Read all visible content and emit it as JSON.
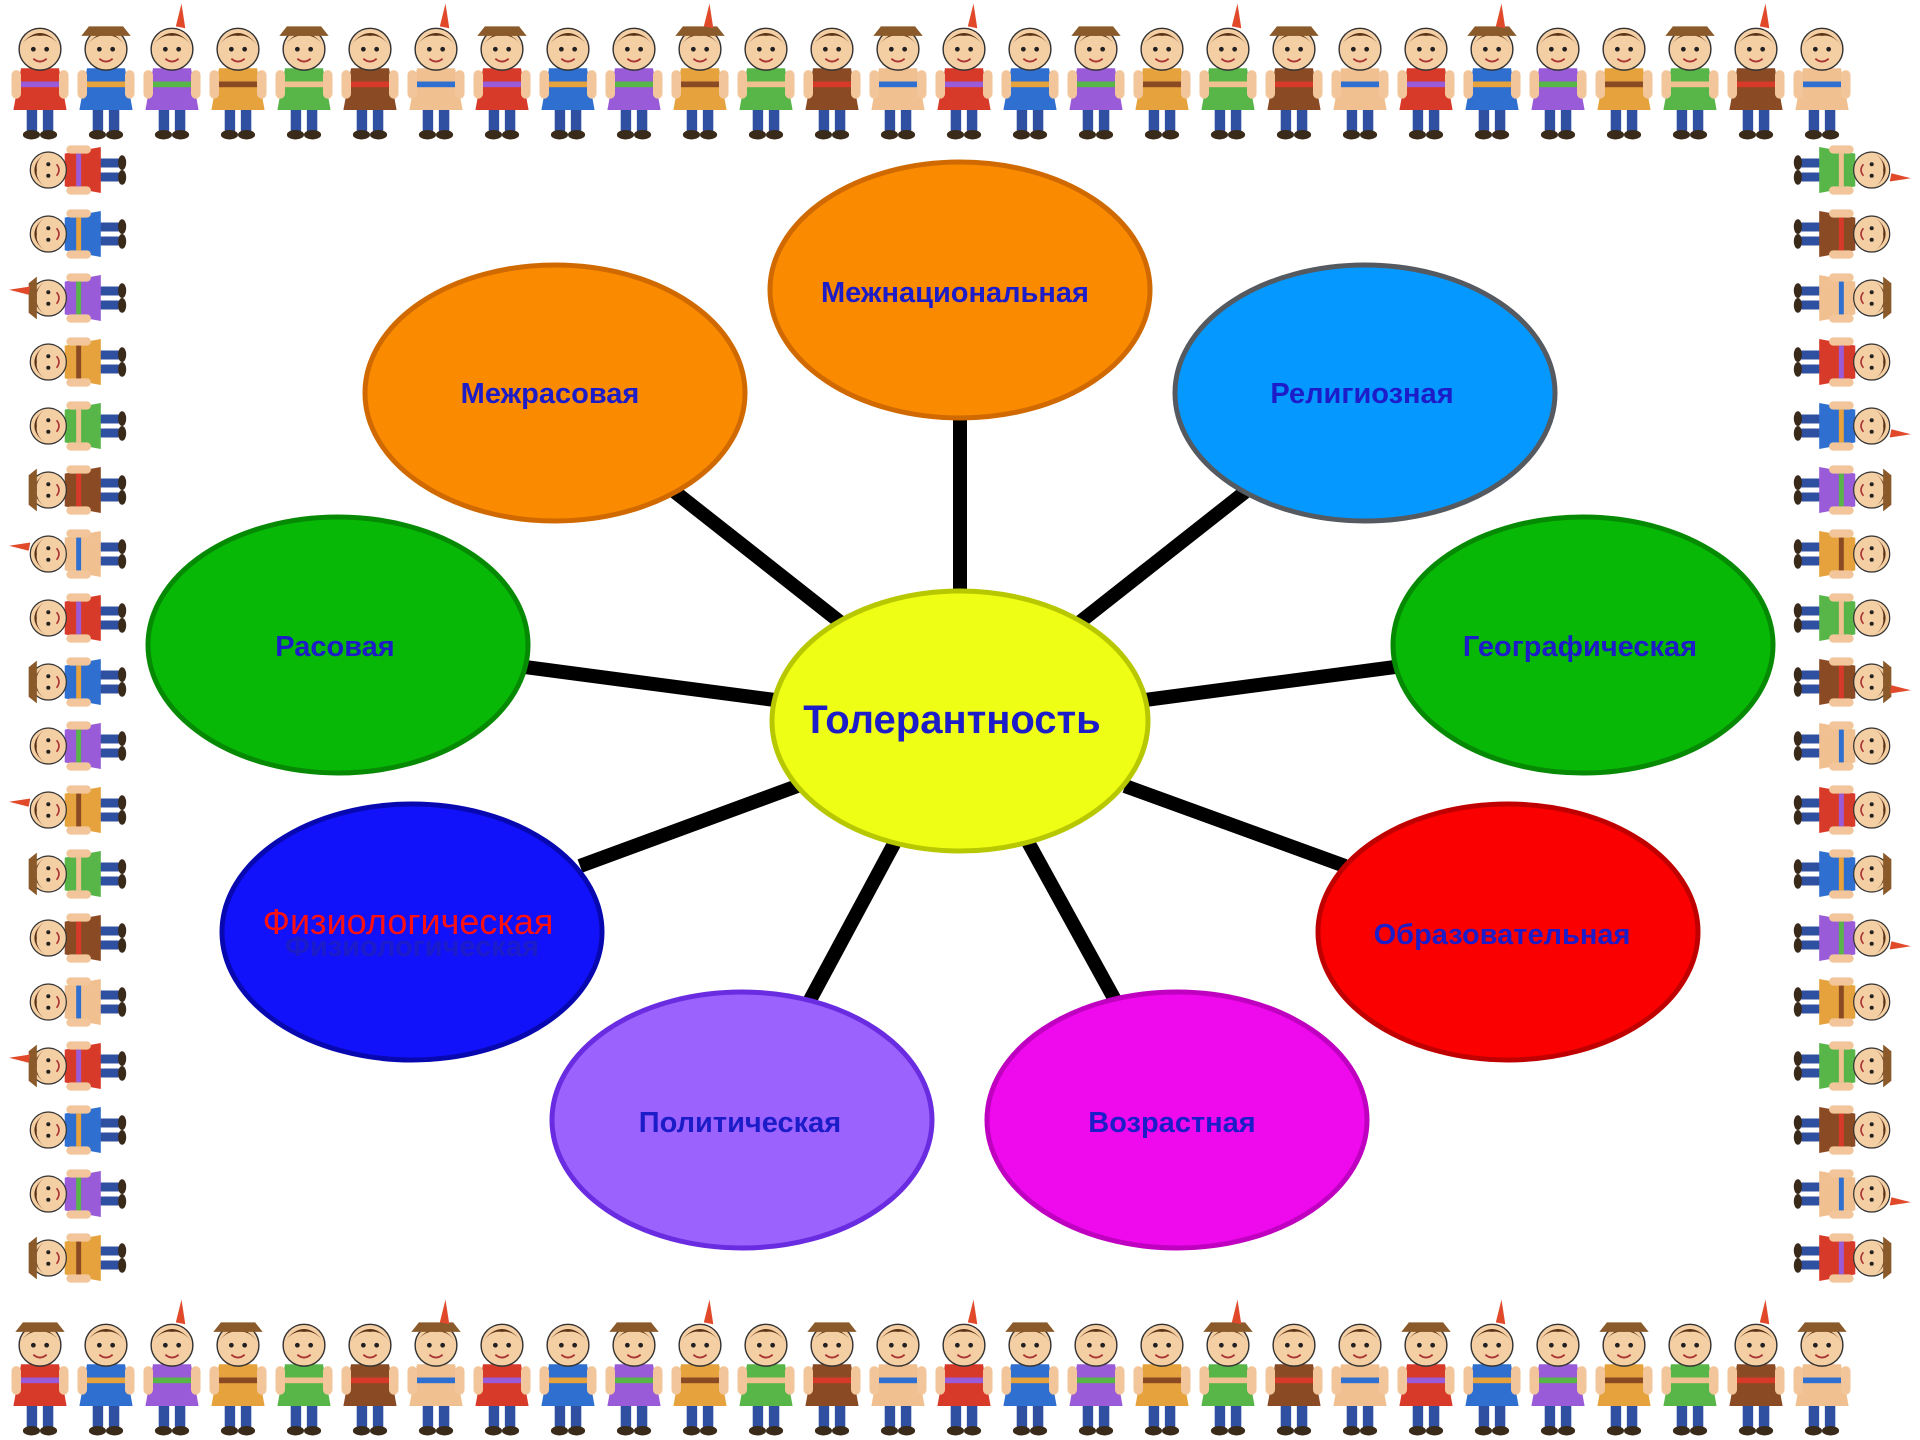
{
  "diagram": {
    "center": {
      "label": "Толерантность",
      "fill": "#eefe14",
      "stroke": "#b8c800",
      "text_color": "#1a1aa8"
    },
    "branches": [
      {
        "id": "mezhnatsionalnaya",
        "label": "Межнациональная",
        "fill": "#fa8a00",
        "stroke": "#d06a00",
        "text_color": "#1c1cc8"
      },
      {
        "id": "religioznaya",
        "label": "Религиозная",
        "fill": "#0598ff",
        "stroke": "#555a60",
        "text_color": "#1c1cc8"
      },
      {
        "id": "geograficheskaya",
        "label": "Географическая",
        "fill": "#08b806",
        "stroke": "#068a04",
        "text_color": "#1c1cc8"
      },
      {
        "id": "obrazovatelnaya",
        "label": "Образовательная",
        "fill": "#fa0000",
        "stroke": "#c00000",
        "text_color": "#1c1cc8"
      },
      {
        "id": "vozrastnaya",
        "label": "Возрастная",
        "fill": "#ef0aee",
        "stroke": "#c000c0",
        "text_color": "#1c1cc8"
      },
      {
        "id": "politicheskaya",
        "label": "Политическая",
        "fill": "#9c62fe",
        "stroke": "#6a2ce0",
        "text_color": "#1c1cc8"
      },
      {
        "id": "fiziologicheskaya",
        "label": "Физиологическая",
        "fill": "#1212fa",
        "stroke": "#0808b0",
        "text_color": "#ff1010",
        "shadow_text": "Физиологическая"
      },
      {
        "id": "rasovaya",
        "label": "Расовая",
        "fill": "#08b806",
        "stroke": "#068a04",
        "text_color": "#1c1cc8"
      },
      {
        "id": "mezhrasovaya",
        "label": "Межрасовая",
        "fill": "#fa8a00",
        "stroke": "#d06a00",
        "text_color": "#1c1cc8"
      }
    ],
    "connector_color": "#000000"
  },
  "frame": {
    "icon": "children-of-the-world-border",
    "palette": [
      "#d83a2a",
      "#2f6fd0",
      "#9a5bd8",
      "#e6a23c",
      "#58b548",
      "#8a4a24",
      "#f0c090"
    ]
  }
}
